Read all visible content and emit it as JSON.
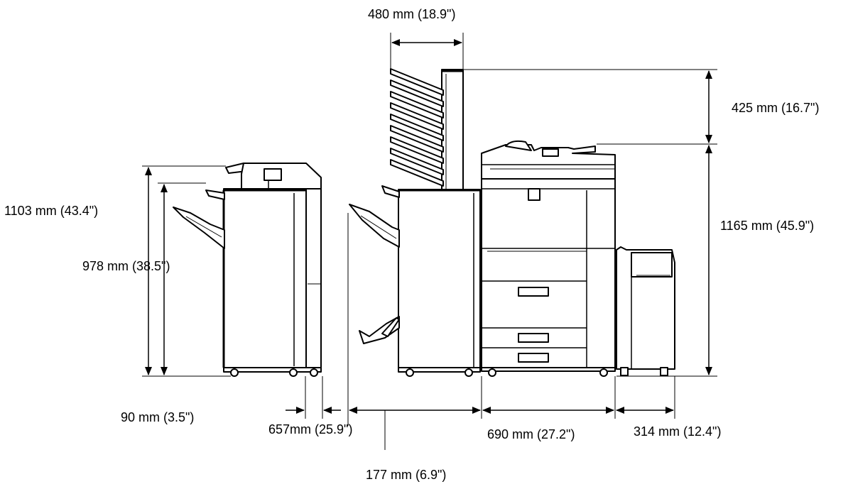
{
  "dimensions": {
    "top_tray_width": "480 mm (18.9\")",
    "tray_height": "425 mm (16.7\")",
    "main_height": "1165 mm (45.9\")",
    "finisher_total_height": "1103 mm (43.4\")",
    "finisher_body_height": "978 mm (38.5\")",
    "gap_width": "90 mm (3.5\")",
    "finisher_width": "657mm (25.9\")",
    "tray_offset": "177 mm (6.9\")",
    "main_width": "690 mm (27.2\")",
    "lct_width": "314 mm (12.4\")"
  },
  "colors": {
    "line": "#000000",
    "background": "#ffffff",
    "shade": "#d6d6d6"
  }
}
